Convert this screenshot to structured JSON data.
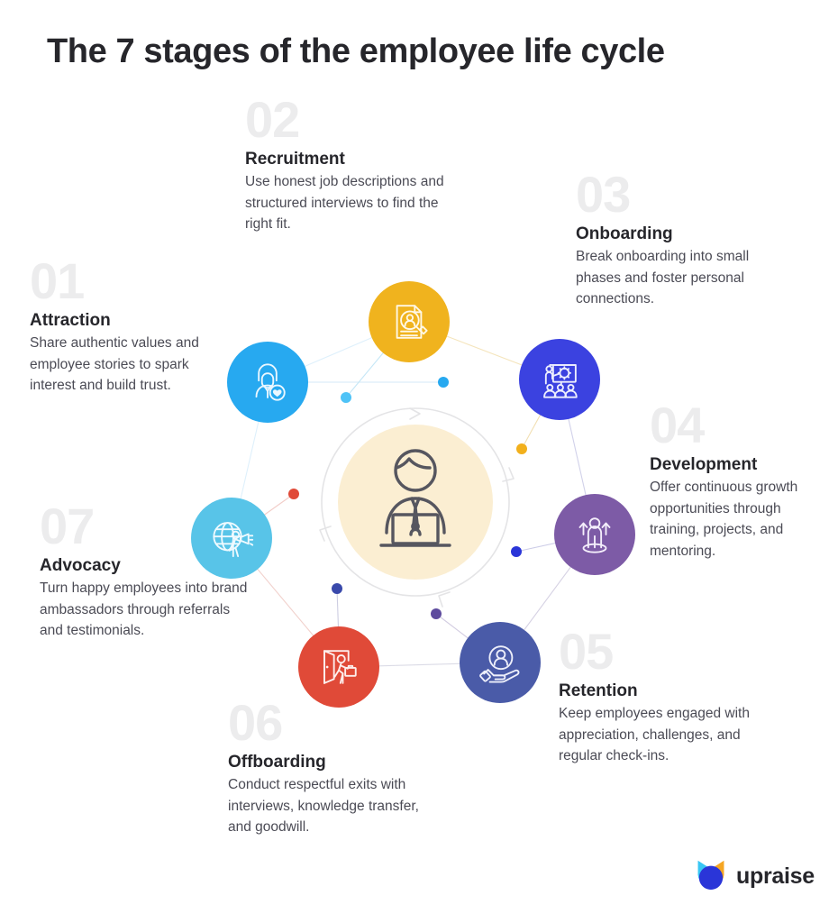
{
  "title": "The 7 stages of the employee life cycle",
  "brand": {
    "wordmark": "upraise",
    "mark_left_ear": "#38C6F4",
    "mark_right_ear": "#F5A623",
    "mark_body": "#2A35D8"
  },
  "center": {
    "icon": "person-at-laptop-icon",
    "disc_color": "#FBEED2",
    "ring_color": "#F2F2F3"
  },
  "stages": [
    {
      "number": "01",
      "name": "Attraction",
      "desc": "Share authentic values and employee stories to spark interest and build trust.",
      "color": "#27A9F0",
      "dot_color": "#4FC3F7",
      "icon": "person-with-heart-icon"
    },
    {
      "number": "02",
      "name": "Recruitment",
      "desc": "Use honest job descriptions and structured interviews to find the right fit.",
      "color": "#F0B31E",
      "dot_color": "#F2B01C",
      "icon": "resume-magnifier-icon"
    },
    {
      "number": "03",
      "name": "Onboarding",
      "desc": "Break onboarding into small phases and foster personal connections.",
      "color": "#3B42E0",
      "dot_color": "#2196F3",
      "icon": "presentation-training-icon"
    },
    {
      "number": "04",
      "name": "Development",
      "desc": "Offer continuous growth opportunities through training, projects, and mentoring.",
      "color": "#7D5BA6",
      "dot_color": "#3F51B5",
      "icon": "person-growth-arrows-icon"
    },
    {
      "number": "05",
      "name": "Retention",
      "desc": "Keep employees engaged with appreciation, challenges, and regular check-ins.",
      "color": "#4A5BA8",
      "dot_color": "#5E4B9E",
      "icon": "hand-holding-person-icon"
    },
    {
      "number": "06",
      "name": "Offboarding",
      "desc": "Conduct respectful exits with interviews, knowledge transfer, and goodwill.",
      "color": "#E04A38",
      "dot_color": "#3949AB",
      "icon": "person-exit-door-icon"
    },
    {
      "number": "07",
      "name": "Advocacy",
      "desc": "Turn happy employees into brand ambassadors through referrals and testimonials.",
      "color": "#58C4E8",
      "dot_color": "#E04A38",
      "icon": "globe-megaphone-icon"
    }
  ]
}
